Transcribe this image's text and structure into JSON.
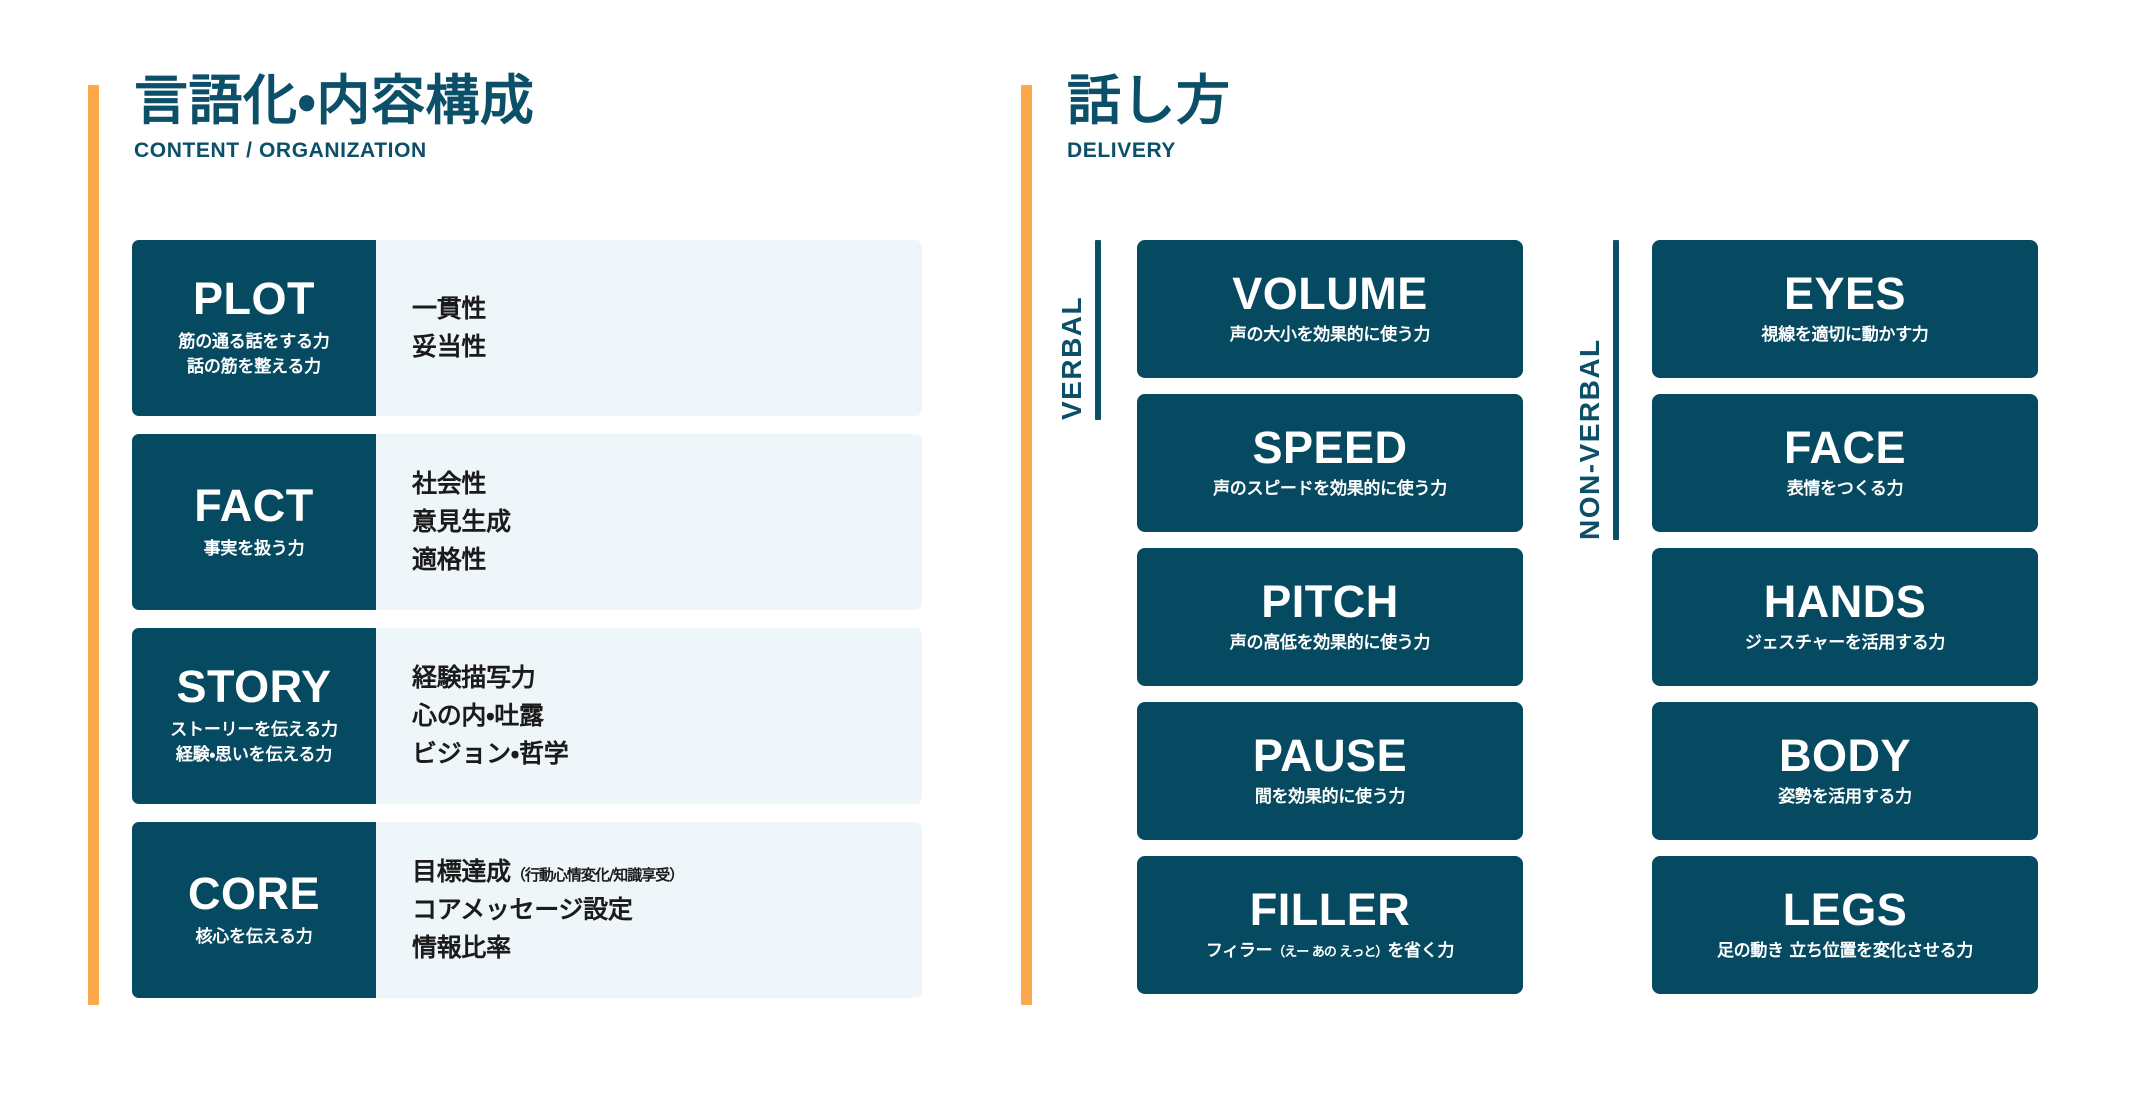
{
  "theme": {
    "accent_orange": "#fca94b",
    "teal_dark": "#064a61",
    "teal_text": "#0c4f68",
    "panel_light": "#eff6f9",
    "card_text": "#ffffff",
    "item_text": "#1b1b1b"
  },
  "sections": {
    "content": {
      "title_jp": "言語化・内容構成",
      "title_en": "CONTENT / ORGANIZATION",
      "cards": [
        {
          "code": "PLOT",
          "desc_lines": [
            "筋の通る話をする力",
            "話の筋を整える力"
          ],
          "items": [
            {
              "text": "一貫性",
              "note": ""
            },
            {
              "text": "妥当性",
              "note": ""
            }
          ]
        },
        {
          "code": "FACT",
          "desc_lines": [
            "事実を扱う力"
          ],
          "items": [
            {
              "text": "社会性",
              "note": ""
            },
            {
              "text": "意見生成",
              "note": ""
            },
            {
              "text": "適格性",
              "note": ""
            }
          ]
        },
        {
          "code": "STORY",
          "desc_lines": [
            "ストーリーを伝える力",
            "経験・思いを伝える力"
          ],
          "items": [
            {
              "text": "経験描写力",
              "note": ""
            },
            {
              "text": "心の内・吐露",
              "note": ""
            },
            {
              "text": "ビジョン・哲学",
              "note": ""
            }
          ]
        },
        {
          "code": "CORE",
          "desc_lines": [
            "核心を伝える力"
          ],
          "items": [
            {
              "text": "目標達成",
              "note": "（行動心情変化/知識享受）"
            },
            {
              "text": "コアメッセージ設定",
              "note": ""
            },
            {
              "text": "情報比率",
              "note": ""
            }
          ]
        }
      ]
    },
    "delivery": {
      "title_jp": "話し方",
      "title_en": "DELIVERY",
      "groups": [
        {
          "label": "VERBAL",
          "tiles": [
            {
              "code": "VOLUME",
              "desc": "声の大小を効果的に使う力",
              "tiny": ""
            },
            {
              "code": "SPEED",
              "desc": "声のスピードを効果的に使う力",
              "tiny": ""
            },
            {
              "code": "PITCH",
              "desc": "声の高低を効果的に使う力",
              "tiny": ""
            },
            {
              "code": "PAUSE",
              "desc": "間を効果的に使う力",
              "tiny": ""
            },
            {
              "code": "FILLER",
              "desc_pre": "フィラー",
              "tiny": "（えー あの えっと）",
              "desc_post": "を省く力"
            }
          ]
        },
        {
          "label": "NON-VERBAL",
          "tiles": [
            {
              "code": "EYES",
              "desc": "視線を適切に動かす力",
              "tiny": ""
            },
            {
              "code": "FACE",
              "desc": "表情をつくる力",
              "tiny": ""
            },
            {
              "code": "HANDS",
              "desc": "ジェスチャーを活用する力",
              "tiny": ""
            },
            {
              "code": "BODY",
              "desc": "姿勢を活用する力",
              "tiny": ""
            },
            {
              "code": "LEGS",
              "desc": "足の動き 立ち位置を変化させる力",
              "tiny": ""
            }
          ]
        }
      ]
    }
  }
}
